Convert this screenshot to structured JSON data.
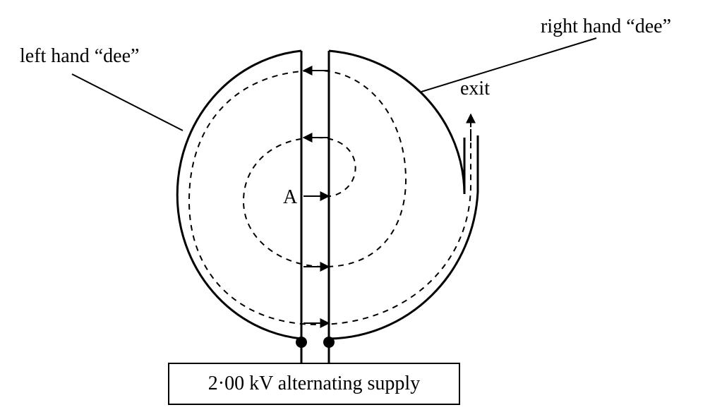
{
  "labels": {
    "left_dee": "left hand “dee”",
    "right_dee": "right hand “dee”",
    "exit": "exit",
    "point_a": "A",
    "supply": "2·00 kV alternating supply"
  },
  "colors": {
    "stroke": "#000000",
    "background": "#ffffff"
  }
}
